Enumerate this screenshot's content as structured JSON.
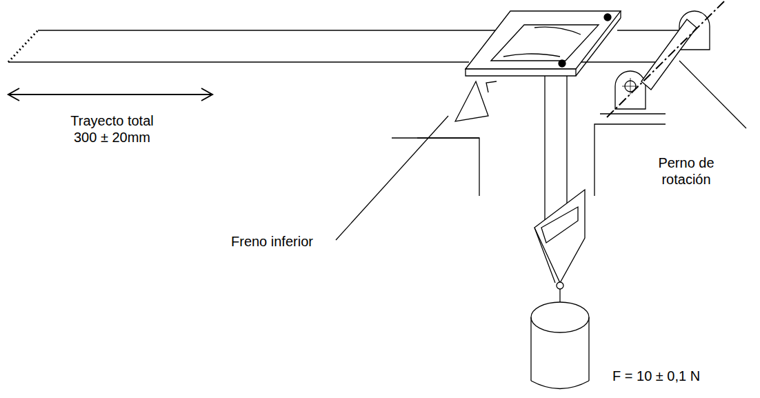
{
  "diagram": {
    "labels": [
      "Trayecto total 300 ± 20mm",
      "Freno inferior",
      "Perno de rotación",
      "F = 10 ± 0,1 N"
    ]
  }
}
